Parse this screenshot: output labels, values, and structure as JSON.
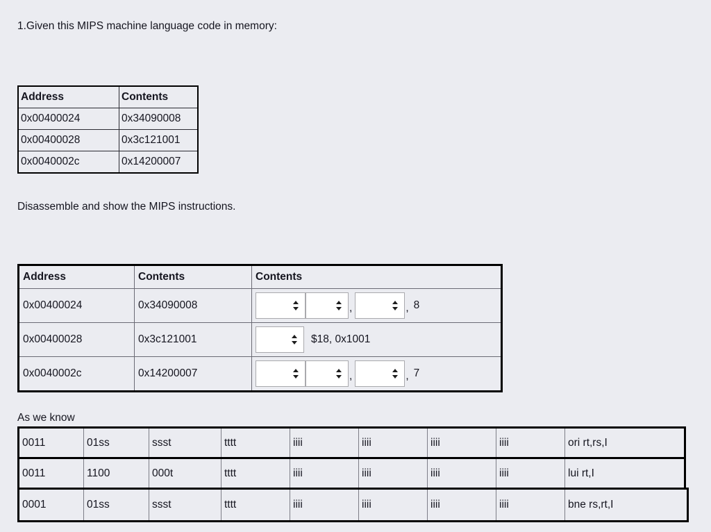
{
  "prompts": {
    "question": "1.Given this MIPS machine language code in memory:",
    "disassemble": "Disassemble and show the MIPS instructions.",
    "as_we_know": "As we know"
  },
  "memory_table": {
    "headers": [
      "Address",
      "Contents"
    ],
    "rows": [
      {
        "address": " 0x00400024",
        "contents": "0x34090008"
      },
      {
        "address": "0x00400028",
        "contents": "0x3c121001"
      },
      {
        "address": "0x0040002c",
        "contents": "0x14200007"
      }
    ]
  },
  "disassembly_table": {
    "headers": [
      "Address",
      "Contents",
      "Contents"
    ],
    "rows": [
      {
        "address": " 0x00400024",
        "contents": "0x34090008",
        "selects": [
          "",
          "",
          ""
        ],
        "sep1": ",",
        "sep2": ",",
        "immediate": "8",
        "trailing_text": ""
      },
      {
        "address": "0x00400028",
        "contents": "0x3c121001",
        "selects": [
          ""
        ],
        "sep1": "",
        "sep2": "",
        "immediate": "",
        "trailing_text": "$18, 0x1001"
      },
      {
        "address": "0x0040002c",
        "contents": "0x14200007",
        "selects": [
          "",
          "",
          ""
        ],
        "sep1": ",",
        "sep2": ",",
        "immediate": "7",
        "trailing_text": ""
      }
    ]
  },
  "encoding_table": {
    "rows": [
      {
        "f1": "0011",
        "f2": "01ss",
        "f3": "ssst",
        "f4": "tttt",
        "f5": "iiii",
        "f6": "iiii",
        "f7": "iiii",
        "f8": "iiii",
        "mnemonic": "ori rt,rs,I"
      },
      {
        "f1": "0011",
        "f2": "1100",
        "f3": "000t",
        "f4": "tttt",
        "f5": "iiii",
        "f6": "iiii",
        "f7": "iiii",
        "f8": "iiii",
        "mnemonic": "lui rt,I"
      },
      {
        "f1": "0001",
        "f2": "01ss",
        "f3": "ssst",
        "f4": "tttt",
        "f5": "iiii",
        "f6": "iiii",
        "f7": "iiii",
        "f8": "iiii",
        "mnemonic": "bne rs,rt,I"
      }
    ]
  },
  "colors": {
    "page_background": "#ebecf1",
    "text": "#15151f",
    "table_border": "#000000",
    "cell_border": "#7d7d87",
    "select_background": "#ffffff",
    "select_border": "#a9a9ad"
  }
}
